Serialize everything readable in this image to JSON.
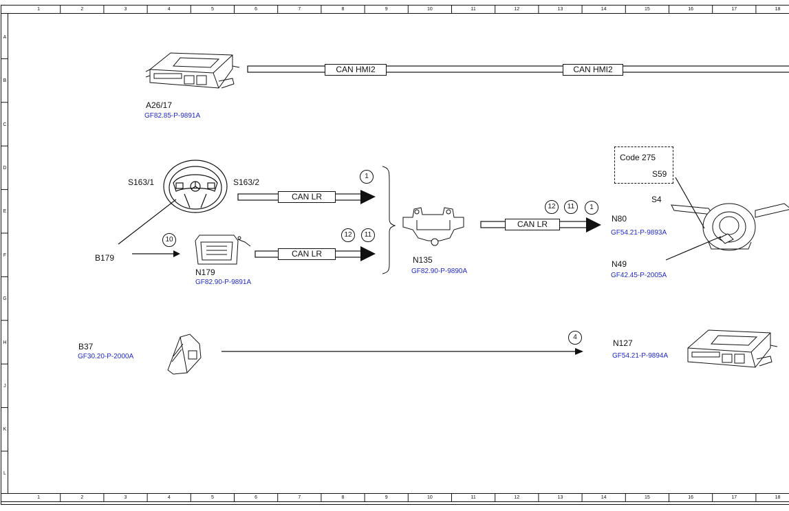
{
  "grid": {
    "columns": [
      "1",
      "2",
      "3",
      "4",
      "5",
      "6",
      "7",
      "8",
      "9",
      "10",
      "11",
      "12",
      "13",
      "14",
      "15",
      "16",
      "17",
      "18"
    ],
    "rows": [
      "A",
      "B",
      "C",
      "D",
      "E",
      "F",
      "G",
      "H",
      "J",
      "K",
      "L"
    ]
  },
  "components": {
    "a26_17": {
      "label": "A26/17",
      "ref": "GF82.85-P-9891A"
    },
    "s163_1": {
      "label": "S163/1"
    },
    "s163_2": {
      "label": "S163/2"
    },
    "b179": {
      "label": "B179"
    },
    "n179": {
      "label": "N179",
      "ref": "GF82.90-P-9891A"
    },
    "n135": {
      "label": "N135",
      "ref": "GF82.90-P-9890A"
    },
    "code275": {
      "label": "Code 275"
    },
    "s59": {
      "label": "S59"
    },
    "s4": {
      "label": "S4"
    },
    "n80": {
      "label": "N80",
      "ref": "GF54.21-P-9893A"
    },
    "n49": {
      "label": "N49",
      "ref": "GF42.45-P-2005A"
    },
    "b37": {
      "label": "B37",
      "ref": "GF30.20-P-2000A"
    },
    "n127": {
      "label": "N127",
      "ref": "GF54.21-P-9894A"
    }
  },
  "buses": {
    "hmi2_a": "CAN HMI2",
    "hmi2_b": "CAN HMI2",
    "lr_steering": "CAN LR",
    "lr_n179": "CAN LR",
    "lr_n135": "CAN LR"
  },
  "markers": {
    "m1_top": "1",
    "m12_mid": "12",
    "m11_mid": "11",
    "m10": "10",
    "m12_right": "12",
    "m11_right": "11",
    "m1_right": "1",
    "m4": "4"
  },
  "colors": {
    "line": "#111111",
    "reference": "#1f28c8"
  }
}
